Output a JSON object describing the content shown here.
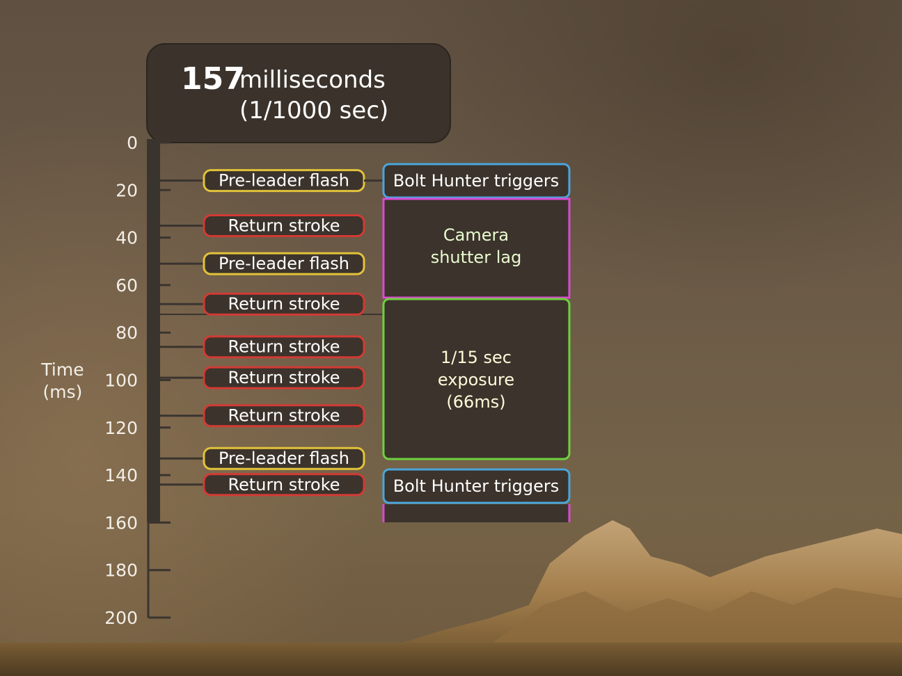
{
  "header": {
    "duration_value": "157",
    "duration_unit": "milliseconds",
    "subtitle": "(1/1000 sec)"
  },
  "axis": {
    "title_line1": "Time",
    "title_line2": "(ms)",
    "min": 0,
    "max": 200,
    "ticks": [
      "0",
      "20",
      "40",
      "60",
      "80",
      "100",
      "120",
      "140",
      "160",
      "180",
      "200"
    ]
  },
  "events": [
    {
      "label": "Pre-leader flash",
      "type": "pre-leader",
      "time_ms": 16
    },
    {
      "label": "Return stroke",
      "type": "return",
      "time_ms": 35
    },
    {
      "label": "Pre-leader flash",
      "type": "pre-leader",
      "time_ms": 51
    },
    {
      "label": "Return stroke",
      "type": "return",
      "time_ms": 68
    },
    {
      "label": "Return stroke",
      "type": "return",
      "time_ms": 86
    },
    {
      "label": "Return stroke",
      "type": "return",
      "time_ms": 99
    },
    {
      "label": "Return stroke",
      "type": "return",
      "time_ms": 115
    },
    {
      "label": "Pre-leader flash",
      "type": "pre-leader",
      "time_ms": 133
    },
    {
      "label": "Return stroke",
      "type": "return",
      "time_ms": 144
    }
  ],
  "camera": {
    "trigger_1": "Bolt Hunter triggers",
    "shutter_lag_line1": "Camera",
    "shutter_lag_line2": "shutter lag",
    "exposure_line1": "1/15 sec",
    "exposure_line2": "exposure",
    "exposure_line3": "(66ms)",
    "trigger_2": "Bolt Hunter triggers"
  },
  "colors": {
    "pre_leader": "#e2c33a",
    "return_stroke": "#d23a34",
    "trigger": "#4aa6dc",
    "shutter_lag": "#d94bd2",
    "exposure": "#6fd23e",
    "panel": "#3b332c",
    "axis_bar": "#3a342f"
  }
}
